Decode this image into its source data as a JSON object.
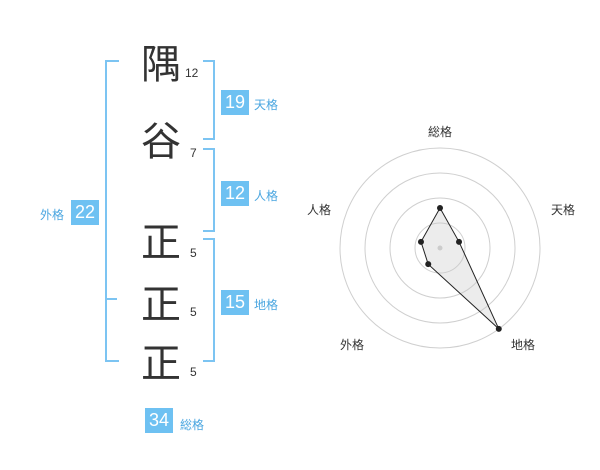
{
  "kanji": [
    {
      "char": "隅",
      "strokes": "12"
    },
    {
      "char": "谷",
      "strokes": "7"
    },
    {
      "char": "正",
      "strokes": "5"
    },
    {
      "char": "正",
      "strokes": "5"
    },
    {
      "char": "正",
      "strokes": "5"
    }
  ],
  "fortunes": {
    "tenkaku": {
      "value": "19",
      "label": "天格"
    },
    "jinkaku": {
      "value": "12",
      "label": "人格"
    },
    "chikaku": {
      "value": "15",
      "label": "地格"
    },
    "gaikaku": {
      "value": "22",
      "label": "外格"
    },
    "soukaku": {
      "value": "34",
      "label": "総格"
    }
  },
  "chart_data": {
    "type": "radar",
    "axes": [
      "総格",
      "天格",
      "地格",
      "外格",
      "人格"
    ],
    "values": [
      2,
      1,
      5,
      1,
      1
    ],
    "rmax": 5,
    "rings": 4
  }
}
